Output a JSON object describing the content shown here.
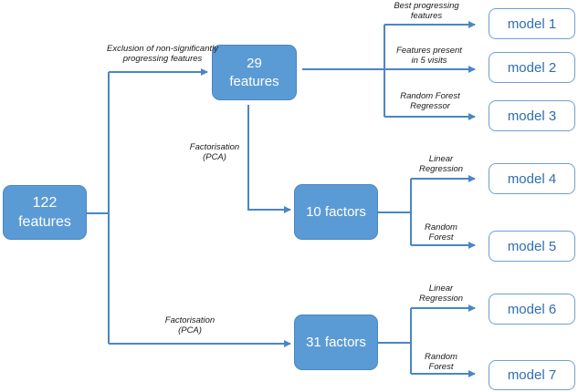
{
  "nodes": {
    "root": "122\nfeatures",
    "f29": "29\nfeatures",
    "f10": "10 factors",
    "f31": "31 factors",
    "m1": "model 1",
    "m2": "model 2",
    "m3": "model 3",
    "m4": "model 4",
    "m5": "model 5",
    "m6": "model 6",
    "m7": "model 7"
  },
  "edge_labels": {
    "exclusion": "Exclusion of non-significantly\nprogressing features",
    "factorisation_a": "Factorisation\n(PCA)",
    "factorisation_b": "Factorisation\n(PCA)",
    "best_progressing": "Best progressing\nfeatures",
    "features_5_visits": "Features present\nin 5 visits",
    "rf_regressor": "Random Forest\nRegressor",
    "linear_a": "Linear\nRegression",
    "random_forest_a": "Random\nForest",
    "linear_b": "Linear\nRegression",
    "random_forest_b": "Random\nForest"
  },
  "colors": {
    "node_fill": "#5b9bd5",
    "node_text": "#ffffff",
    "model_border": "#6f9fd2",
    "model_text": "#2f6eb0",
    "arrow": "#4a86c5"
  }
}
